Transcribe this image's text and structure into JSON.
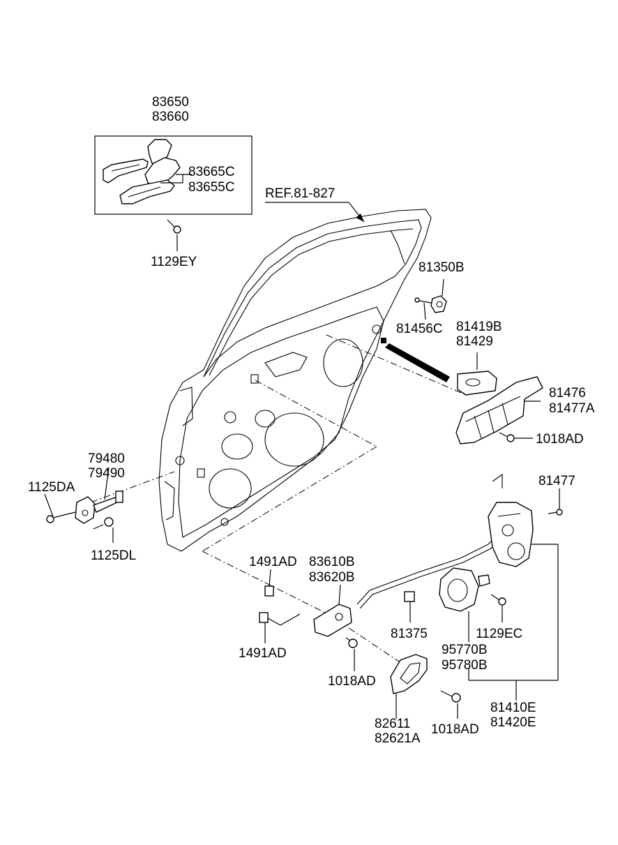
{
  "labels": {
    "l83650": "83650",
    "l83660": "83660",
    "l83665C": "83665C",
    "l83655C": "83655C",
    "l1129EY": "1129EY",
    "lref": "REF.81-827",
    "l81350B": "81350B",
    "l81456C": "81456C",
    "l81419B": "81419B",
    "l81429": "81429",
    "l81476": "81476",
    "l81477A": "81477A",
    "l1018AD_a": "1018AD",
    "l79480": "79480",
    "l79490": "79490",
    "l1125DA": "1125DA",
    "l1125DL": "1125DL",
    "l81477": "81477",
    "l1491AD_a": "1491AD",
    "l83610B": "83610B",
    "l83620B": "83620B",
    "l81375": "81375",
    "l1129EC": "1129EC",
    "l95770B": "95770B",
    "l95780B": "95780B",
    "l1491AD_b": "1491AD",
    "l1018AD_b": "1018AD",
    "l81410E": "81410E",
    "l81420E": "81420E",
    "l82611": "82611",
    "l82621A": "82621A",
    "l1018AD_c": "1018AD"
  }
}
